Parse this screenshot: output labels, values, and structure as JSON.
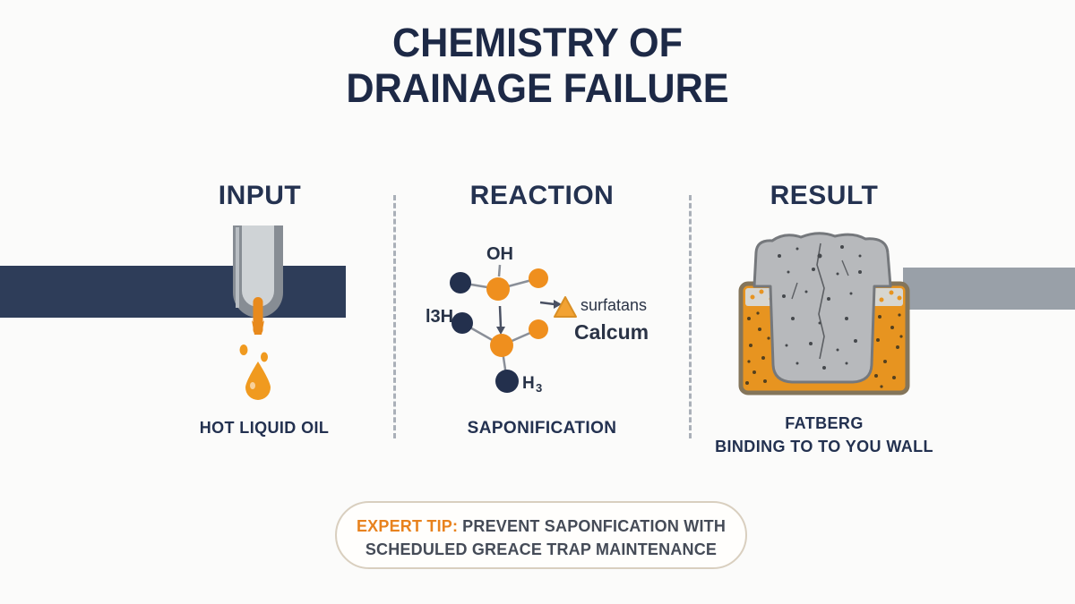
{
  "title": {
    "line1": "CHEMISTRY OF",
    "line2": "DRAINAGE FAILURE"
  },
  "columns": {
    "input": {
      "header": "INPUT",
      "caption": "HOT LIQUID OIL"
    },
    "reaction": {
      "header": "REACTION",
      "caption": "SAPONIFICATION"
    },
    "result": {
      "header": "RESULT",
      "caption_line1": "FATBERG",
      "caption_line2": "BINDING TO TO YOU WALL"
    }
  },
  "reaction_diagram": {
    "label_oh": "OH",
    "label_l3h": "l3H",
    "label_h": "H",
    "label_h_sub": "3",
    "label_surfactants": "surfatans",
    "label_calcium": "Calcum"
  },
  "expert_tip": {
    "prefix": "EXPERT TIP:",
    "line1_rest": "PREVENT SAPONFICATION WITH",
    "line2": "SCHEDULED GREACE TRAP MAINTENANCE"
  },
  "colors": {
    "navy": "#1d2946",
    "dark_pipe_bar": "#2e3d59",
    "light_pipe_bar": "#99a0a8",
    "orange": "#ef8f1e",
    "tip_accent": "#e8821e",
    "fatberg_gray": "#b7b9bc"
  }
}
